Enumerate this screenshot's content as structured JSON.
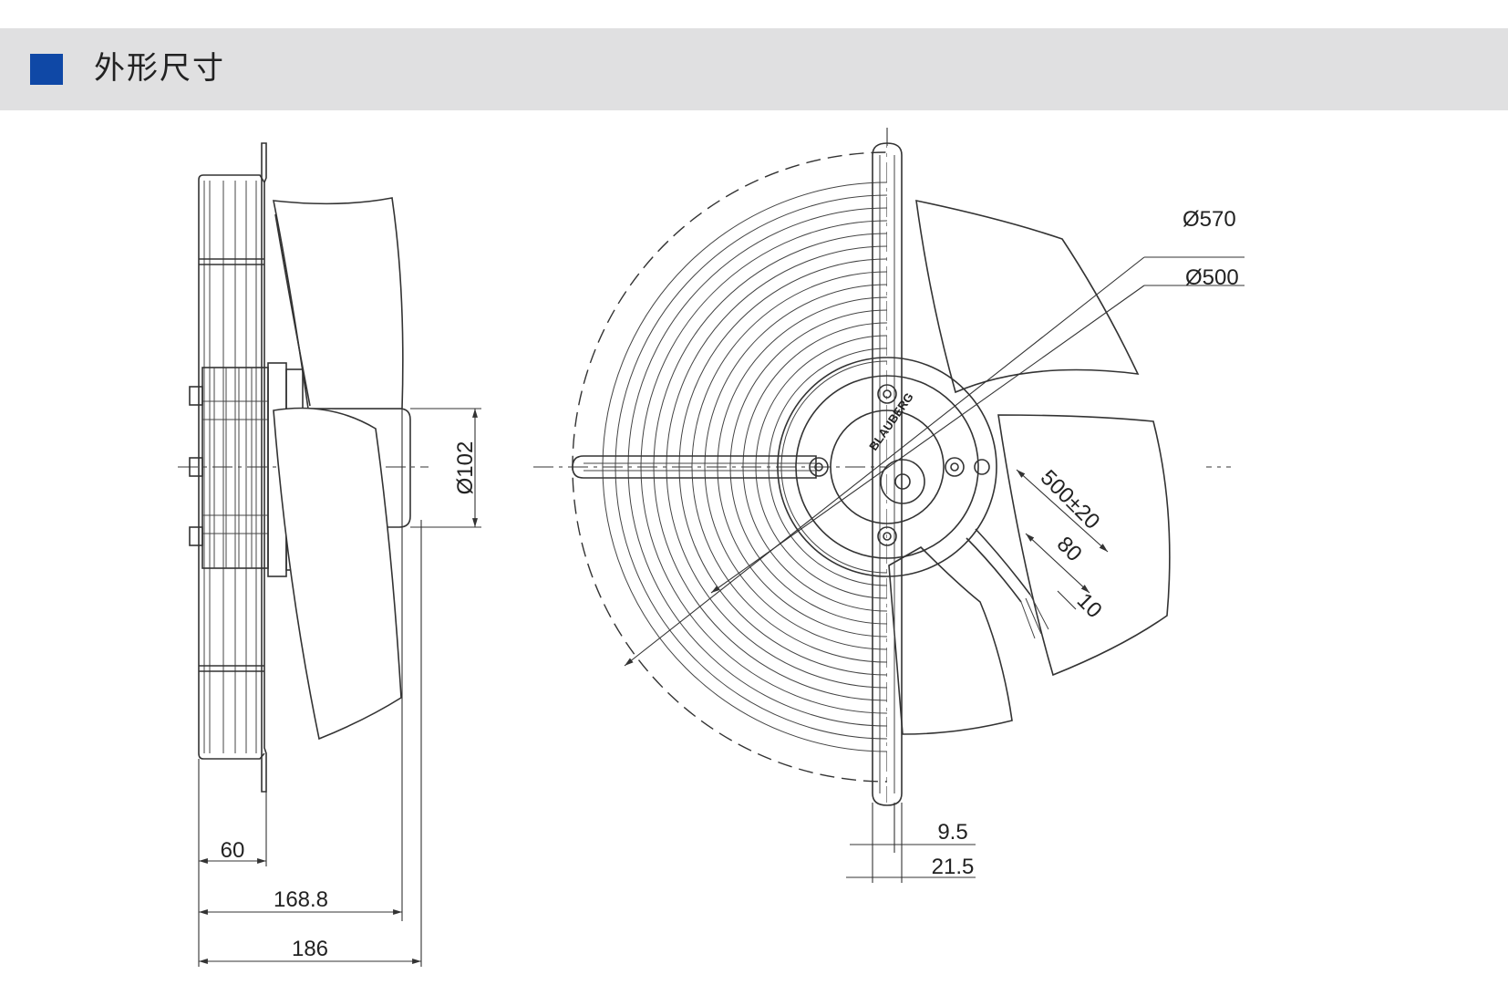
{
  "header": {
    "title": "外形尺寸",
    "accent_color": "#0f48a6",
    "band_color": "#e0e0e1"
  },
  "side_view": {
    "dims": {
      "hub_diameter": "Ø102",
      "depth_60": "60",
      "depth_168_8": "168.8",
      "depth_186": "186"
    }
  },
  "front_view": {
    "dims": {
      "dia_570": "Ø570",
      "dia_500": "Ø500",
      "cable_length": "500±20",
      "strip_80": "80",
      "strip_10": "10",
      "bracket_9_5": "9.5",
      "bracket_21_5": "21.5"
    },
    "motor_label": "BLAUBERG"
  }
}
